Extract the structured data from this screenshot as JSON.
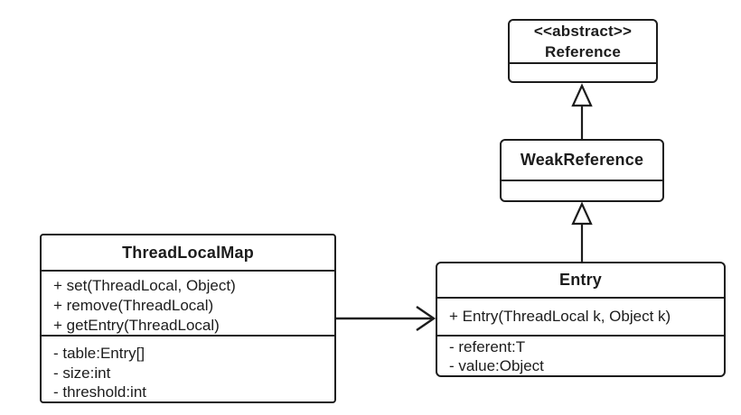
{
  "diagram": {
    "type": "uml-class-diagram",
    "classes": {
      "reference": {
        "stereotype": "<<abstract>>",
        "name": "Reference",
        "methods": [],
        "attributes": []
      },
      "weak_reference": {
        "name": "WeakReference",
        "methods": [],
        "attributes": []
      },
      "entry": {
        "name": "Entry",
        "methods": [
          "+ Entry(ThreadLocal k, Object k)"
        ],
        "attributes": [
          "- referent:T",
          "- value:Object"
        ]
      },
      "thread_local_map": {
        "name": "ThreadLocalMap",
        "methods": [
          "+ set(ThreadLocal, Object)",
          "+ remove(ThreadLocal)",
          "+ getEntry(ThreadLocal)"
        ],
        "attributes": [
          "- table:Entry[]",
          "- size:int",
          "- threshold:int"
        ]
      }
    },
    "relations": [
      {
        "from": "WeakReference",
        "to": "Reference",
        "type": "generalization"
      },
      {
        "from": "Entry",
        "to": "WeakReference",
        "type": "generalization"
      },
      {
        "from": "ThreadLocalMap",
        "to": "Entry",
        "type": "association"
      }
    ],
    "colors": {
      "line": "#1c1c1c",
      "background": "#ffffff",
      "box_fill": "#ffffff"
    }
  }
}
